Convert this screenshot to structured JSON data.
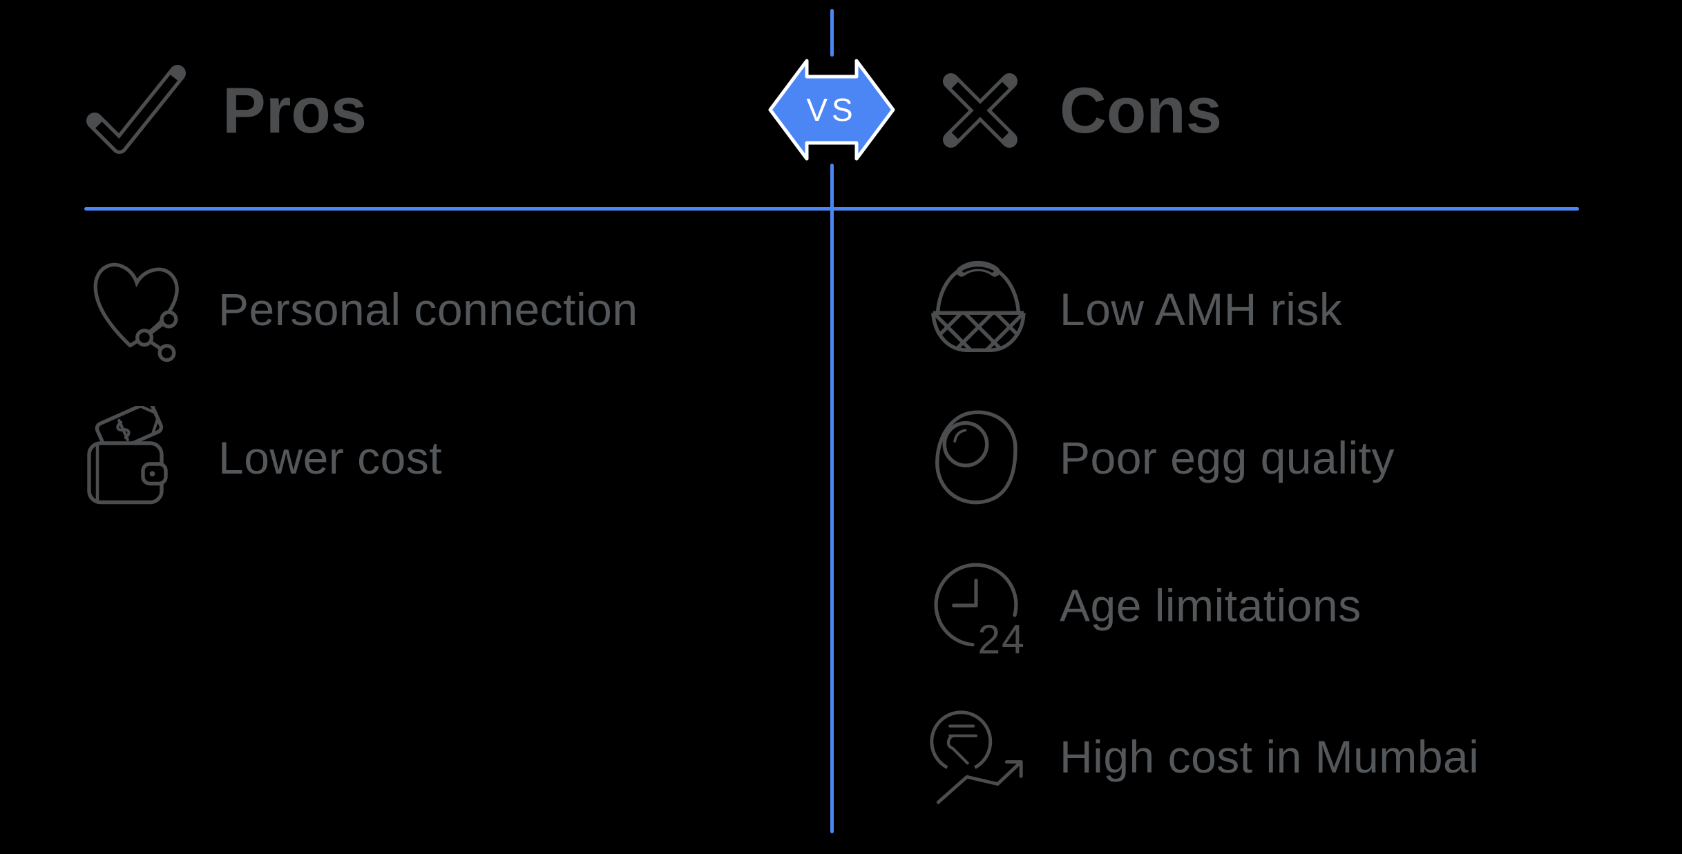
{
  "colors": {
    "background": "#000000",
    "accent_blue": "#4c86f5",
    "arrow_outline": "#ffffff",
    "heading_text": "#4a4c4e",
    "item_text": "#55585b",
    "icon_stroke": "#4b4d4f"
  },
  "header": {
    "pros_label": "Pros",
    "cons_label": "Cons",
    "vs_label": "VS",
    "pros_icon": "check-icon",
    "cons_icon": "x-icon"
  },
  "pros_items": [
    {
      "label": "Personal connection",
      "icon": "heart-share-icon"
    },
    {
      "label": "Lower cost",
      "icon": "wallet-money-icon",
      "currency_symbol": "$"
    }
  ],
  "cons_items": [
    {
      "label": "Low AMH risk",
      "icon": "egg-basket-icon"
    },
    {
      "label": "Poor egg quality",
      "icon": "fried-egg-icon"
    },
    {
      "label": "Age limitations",
      "icon": "clock-24-icon",
      "badge": "24"
    },
    {
      "label": "High cost in Mumbai",
      "icon": "rupee-trend-icon",
      "currency_symbol": "₹"
    }
  ]
}
